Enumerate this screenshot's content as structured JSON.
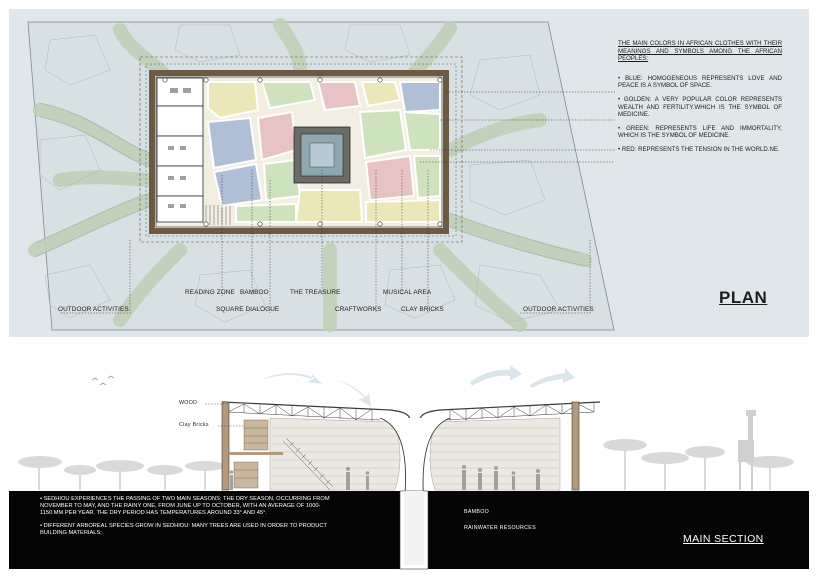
{
  "plan": {
    "title": "PLAN",
    "labels": {
      "outdoor_left": "OUTDOOR ACTIVITIES",
      "reading_zone": "READING ZONE",
      "bamboo": "BAMBOO",
      "square_dialogue": "SQUARE DIALOGUE",
      "the_treasure": "THE TREASURE",
      "craftworks": "CRAFTWORKS",
      "musical_area": "MUSICAL AREA",
      "clay_bricks": "CLAY BRICKS",
      "outdoor_right": "OUTDOOR ACTIVITIES"
    },
    "legend": {
      "heading": "THE MAIN COLORS IN AFRICAN CLOTHES WITH THEIR MEANINGS AND SYMBOLS AMONG THE AFRICAN PEOPLES:",
      "items": [
        "• BLUE: HOMOGENEOUS REPRESENTS LOVE AND PEACE IS A SYMBOL OF SPACE.",
        "• GOLDEN: A VERY POPULAR COLOR REPRESENTS WEALTH AND FERTILITY.WHICH IS THE SYMBOL OF MEDICINE.",
        "• GREEN: REPRESENTS LIFE AND IMMORTALITY, WHICH IS THE SYMBOL OF MEDICINE.",
        "• RED: REPRESENTS THE TENSION IN THE WORLD.NE."
      ]
    }
  },
  "section": {
    "title": "MAIN SECTION",
    "labels": {
      "wood": "WOOD",
      "clay_bricks": "Clay Bricks",
      "bamboo": "BAMBOO",
      "rainwater": "RAINWATER RESOURCES"
    },
    "notes": [
      "• SEDHIOU EXPERIENCES THE PASSING OF TWO MAIN SEASONS: THE DRY SEASON, OCCURRING FROM NOVEMBER TO MAY, AND THE RAINY ONE, FROM JUNE UP TO OCTOBER, WITH AN AVERAGE OF 1000-1150 MM PER YEAR. THE DRY PERIOD HAS TEMPERATURES AROUND 33° AND 45°.",
      "• DIFFERENT ARBOREAL SPECIES GROW IN SEDHIOU: MANY TREES ARE USED IN ORDER TO PRODUCT BUILDING MATERIALS;"
    ]
  },
  "colors": {
    "blue": "#aebfd6",
    "golden": "#ece7b8",
    "green": "#cfe2be",
    "red": "#e7c3c3",
    "wall": "#b39a7c"
  }
}
